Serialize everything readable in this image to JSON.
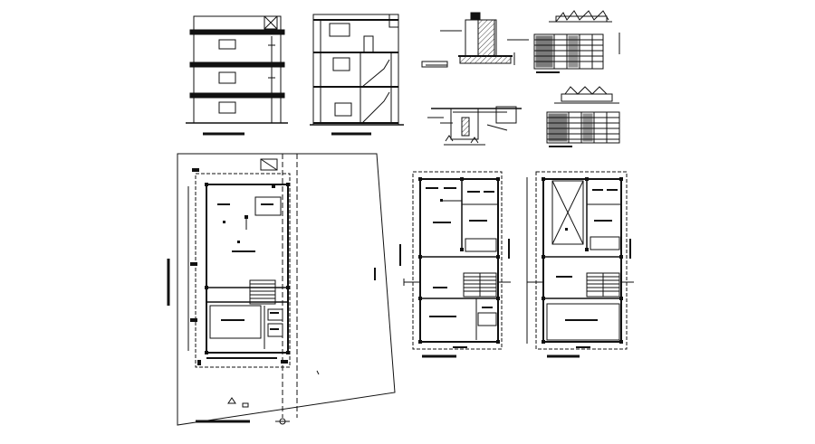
{
  "drawing": {
    "colors": {
      "ink": "#111111",
      "paper": "#ffffff",
      "hatch": "#444444"
    },
    "views": [
      {
        "id": "front-elevation",
        "caption": ""
      },
      {
        "id": "section-view",
        "caption": ""
      },
      {
        "id": "foundation-detail-1",
        "caption": ""
      },
      {
        "id": "foundation-detail-2",
        "caption": ""
      },
      {
        "id": "schedule-table-1",
        "caption": ""
      },
      {
        "id": "schedule-table-2",
        "caption": ""
      },
      {
        "id": "site-plan",
        "caption": ""
      },
      {
        "id": "ground-floor-plan",
        "caption": ""
      },
      {
        "id": "first-floor-plan",
        "caption": ""
      }
    ]
  }
}
